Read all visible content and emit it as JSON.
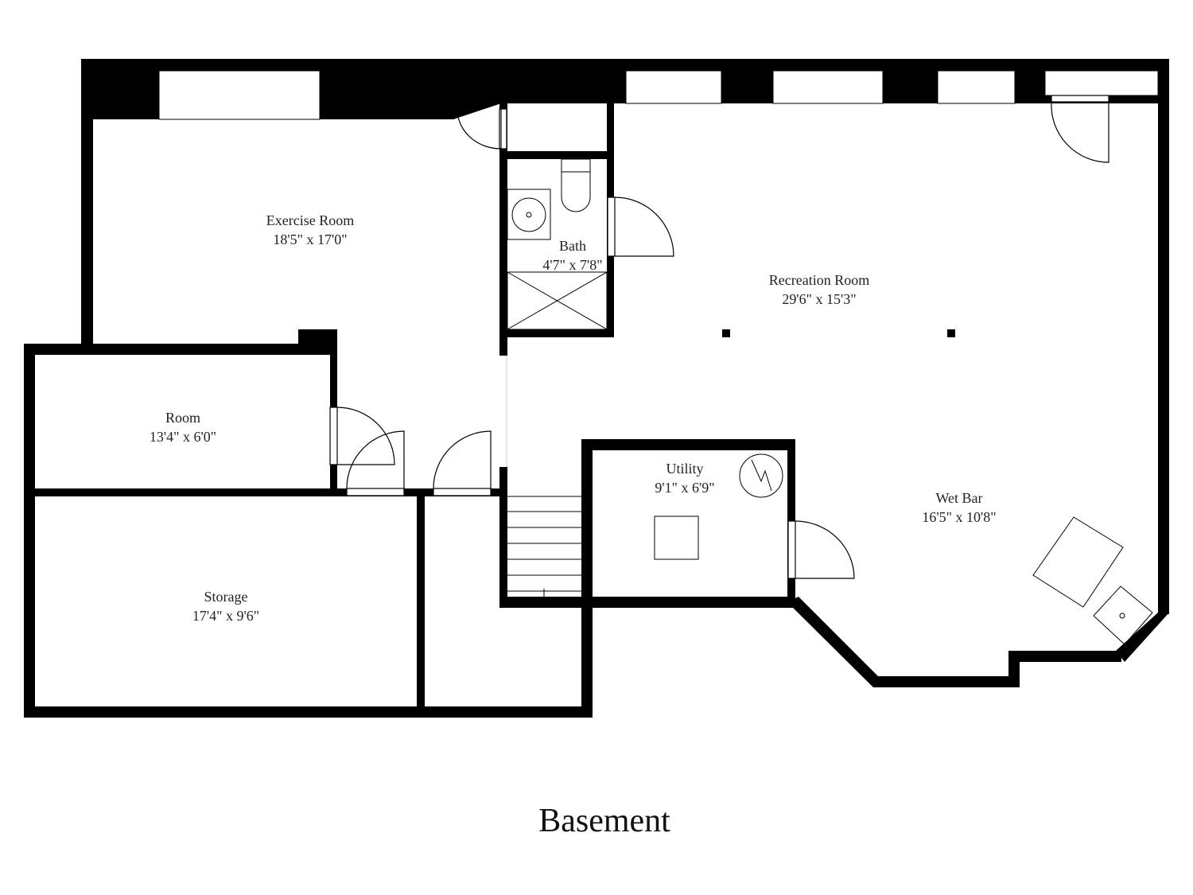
{
  "plan": {
    "title": "Basement",
    "rooms": [
      {
        "name": "Exercise Room",
        "dims": "18'5\" x 17'0\""
      },
      {
        "name": "Bath",
        "dims": "4'7\" x 7'8\""
      },
      {
        "name": "Recreation Room",
        "dims": "29'6\" x 15'3\""
      },
      {
        "name": "Room",
        "dims": "13'4\" x 6'0\""
      },
      {
        "name": "Utility",
        "dims": "9'1\" x 6'9\""
      },
      {
        "name": "Wet Bar",
        "dims": "16'5\" x 10'8\""
      },
      {
        "name": "Storage",
        "dims": "17'4\" x 9'6\""
      }
    ]
  }
}
